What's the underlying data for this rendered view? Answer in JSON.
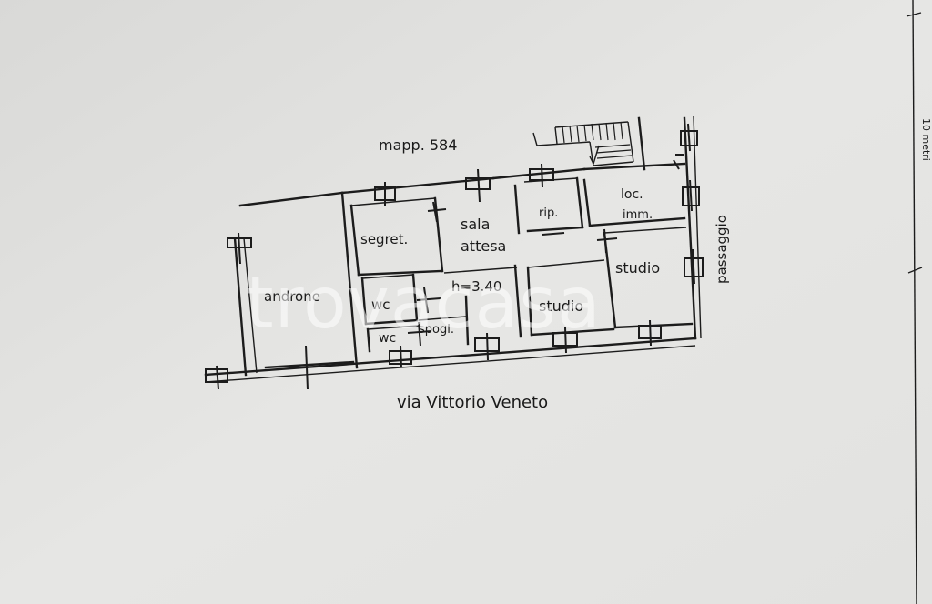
{
  "plan": {
    "parcel_label": "mapp. 584",
    "street_label": "via Vittorio Veneto",
    "side_label": "passaggio",
    "ceiling_height": "h=3.40",
    "scale_label": "10 metri",
    "rooms": {
      "androne": "androne",
      "segret": "segret.",
      "sala": "sala",
      "attesa": "attesa",
      "rip": "rip.",
      "loc": "loc.",
      "imm": "imm.",
      "studio_east": "studio",
      "studio_central": "studio",
      "wc_upper": "wc",
      "wc_lower": "wc",
      "spogl": "spogl."
    }
  },
  "watermark": {
    "text": "trovacasa"
  },
  "colors": {
    "paper": "#e4e4e2",
    "ink": "#1c1c1c"
  }
}
